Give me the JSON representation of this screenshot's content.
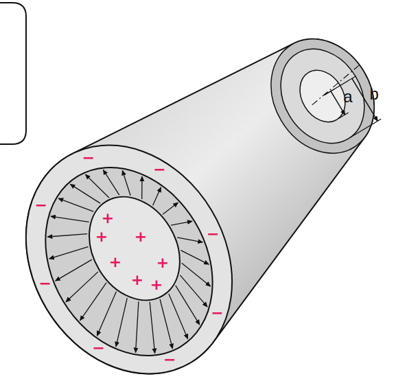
{
  "diagram": {
    "labels": [
      "a",
      "b",
      "+",
      "+",
      "+",
      "+",
      "+",
      "+",
      "+",
      "−",
      "−",
      "−",
      "−",
      "−",
      "−",
      "−",
      "−"
    ]
  }
}
